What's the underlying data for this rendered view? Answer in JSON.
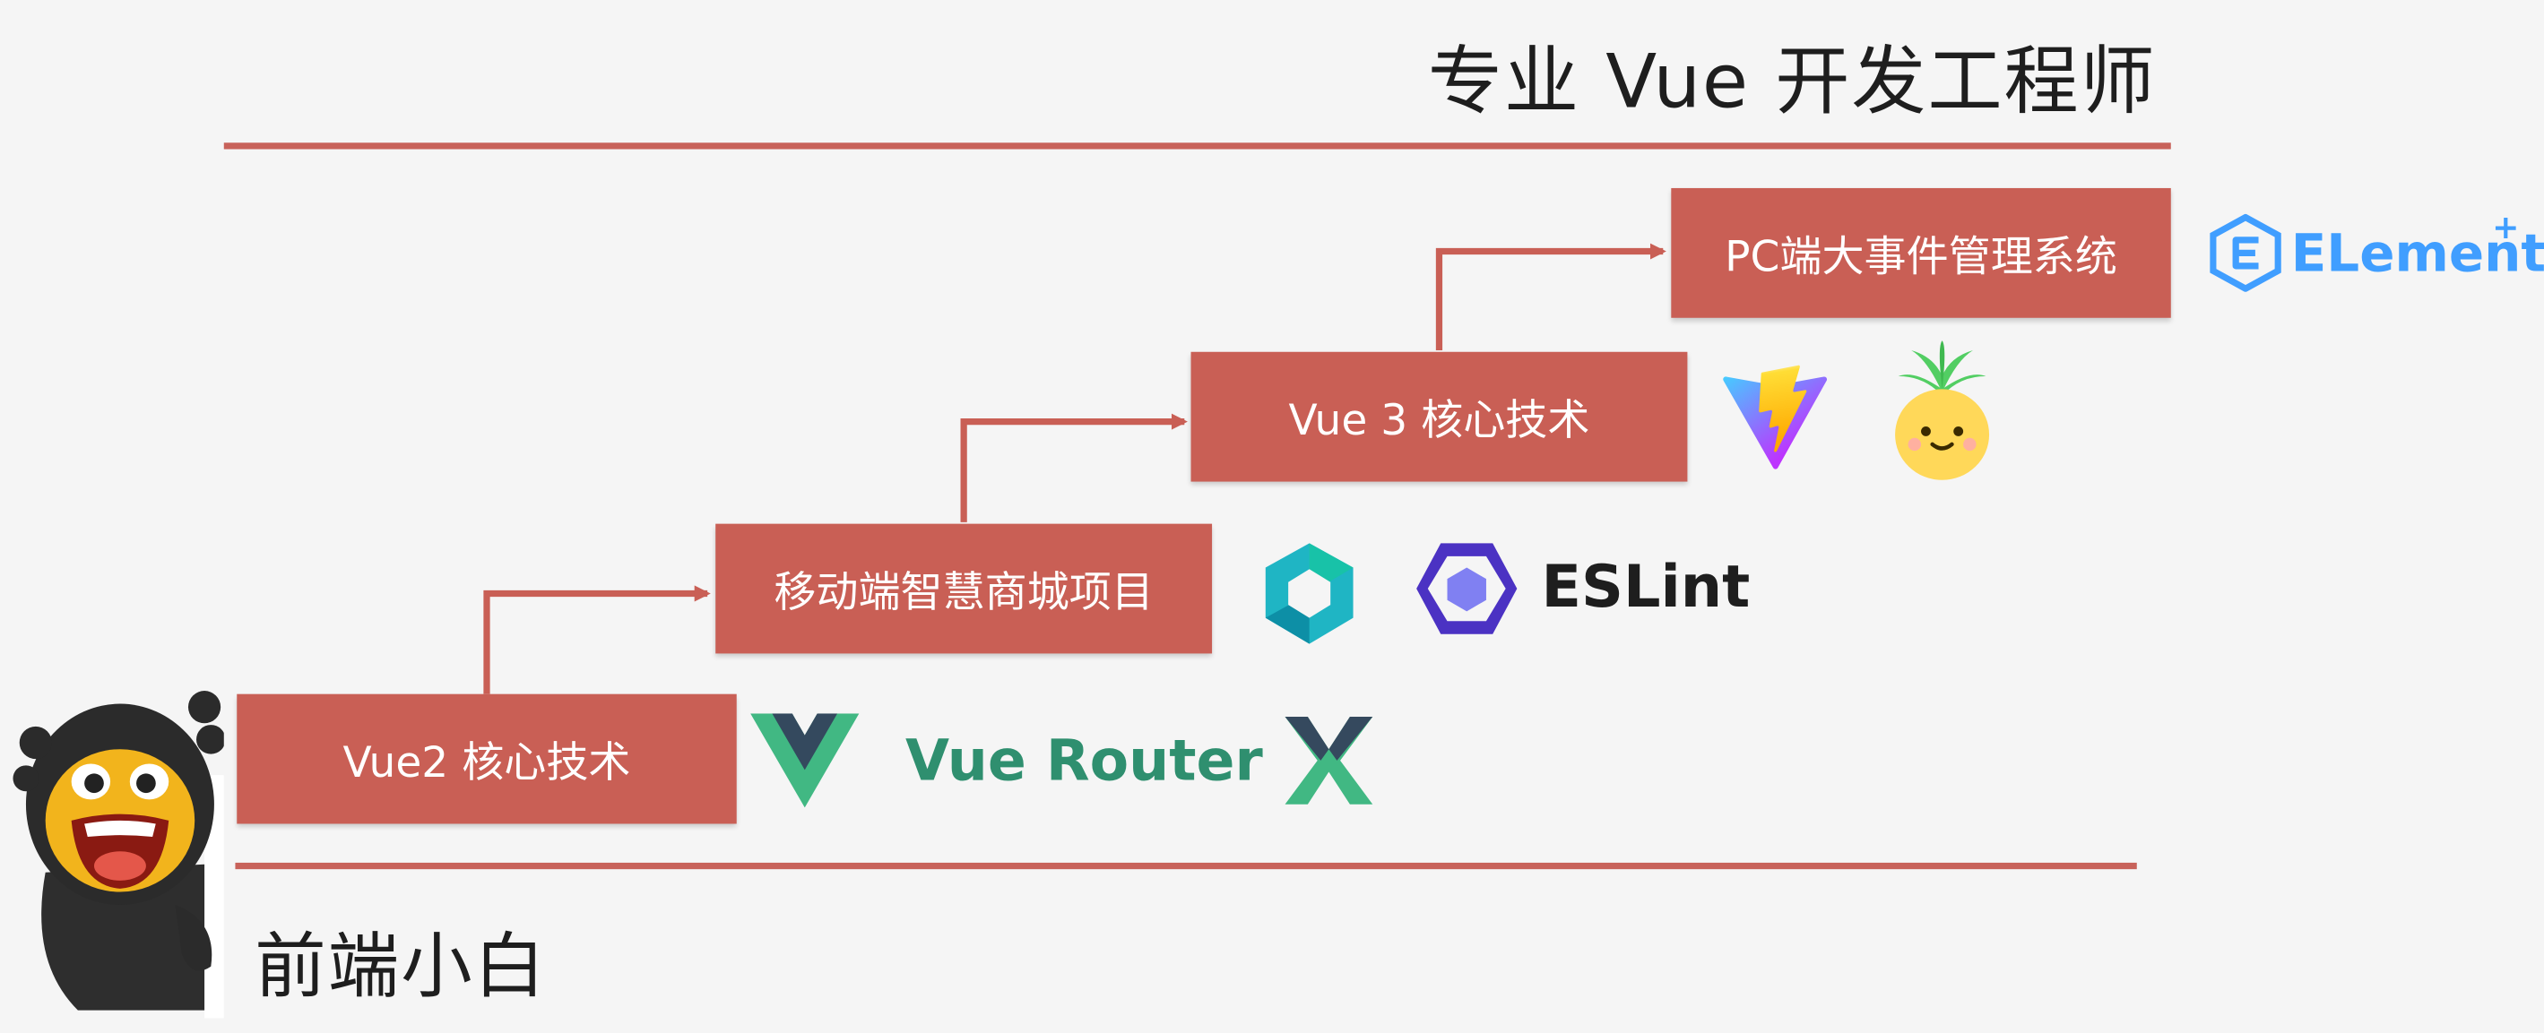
{
  "header": {
    "title": "专业 Vue 开发工程师"
  },
  "footer": {
    "title": "前端小白"
  },
  "steps": [
    {
      "label": "Vue2 核心技术"
    },
    {
      "label": "移动端智慧商城项目"
    },
    {
      "label": "Vue 3 核心技术"
    },
    {
      "label": "PC端大事件管理系统"
    }
  ],
  "logos": {
    "vue_router": "Vue Router",
    "eslint": "ESLint",
    "element": "ELement",
    "element_plus": "+"
  },
  "icons": {
    "mascot": "monkey-mascot-icon",
    "vue": "vue-logo-icon",
    "vuex": "vuex-logo-icon",
    "vant": "vant-logo-icon",
    "eslint": "eslint-logo-icon",
    "vite": "vite-logo-icon",
    "pinia": "pinia-logo-icon",
    "element": "element-plus-logo-icon"
  },
  "colors": {
    "step_fill": "#c95f55",
    "line": "#c8625a",
    "vue_green": "#41b883",
    "vue_dark": "#35495e",
    "eslint_purple": "#4b32c3",
    "element_blue": "#409eff"
  }
}
